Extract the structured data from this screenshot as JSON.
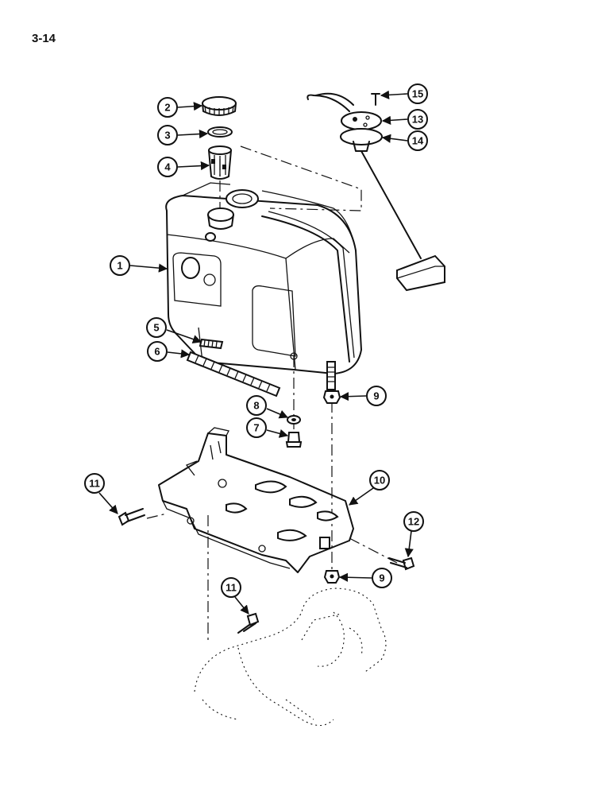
{
  "page_number": "3-14",
  "callouts": [
    "1",
    "2",
    "3",
    "4",
    "5",
    "6",
    "7",
    "8",
    "9",
    "9",
    "10",
    "11",
    "11",
    "12",
    "13",
    "14",
    "15"
  ]
}
